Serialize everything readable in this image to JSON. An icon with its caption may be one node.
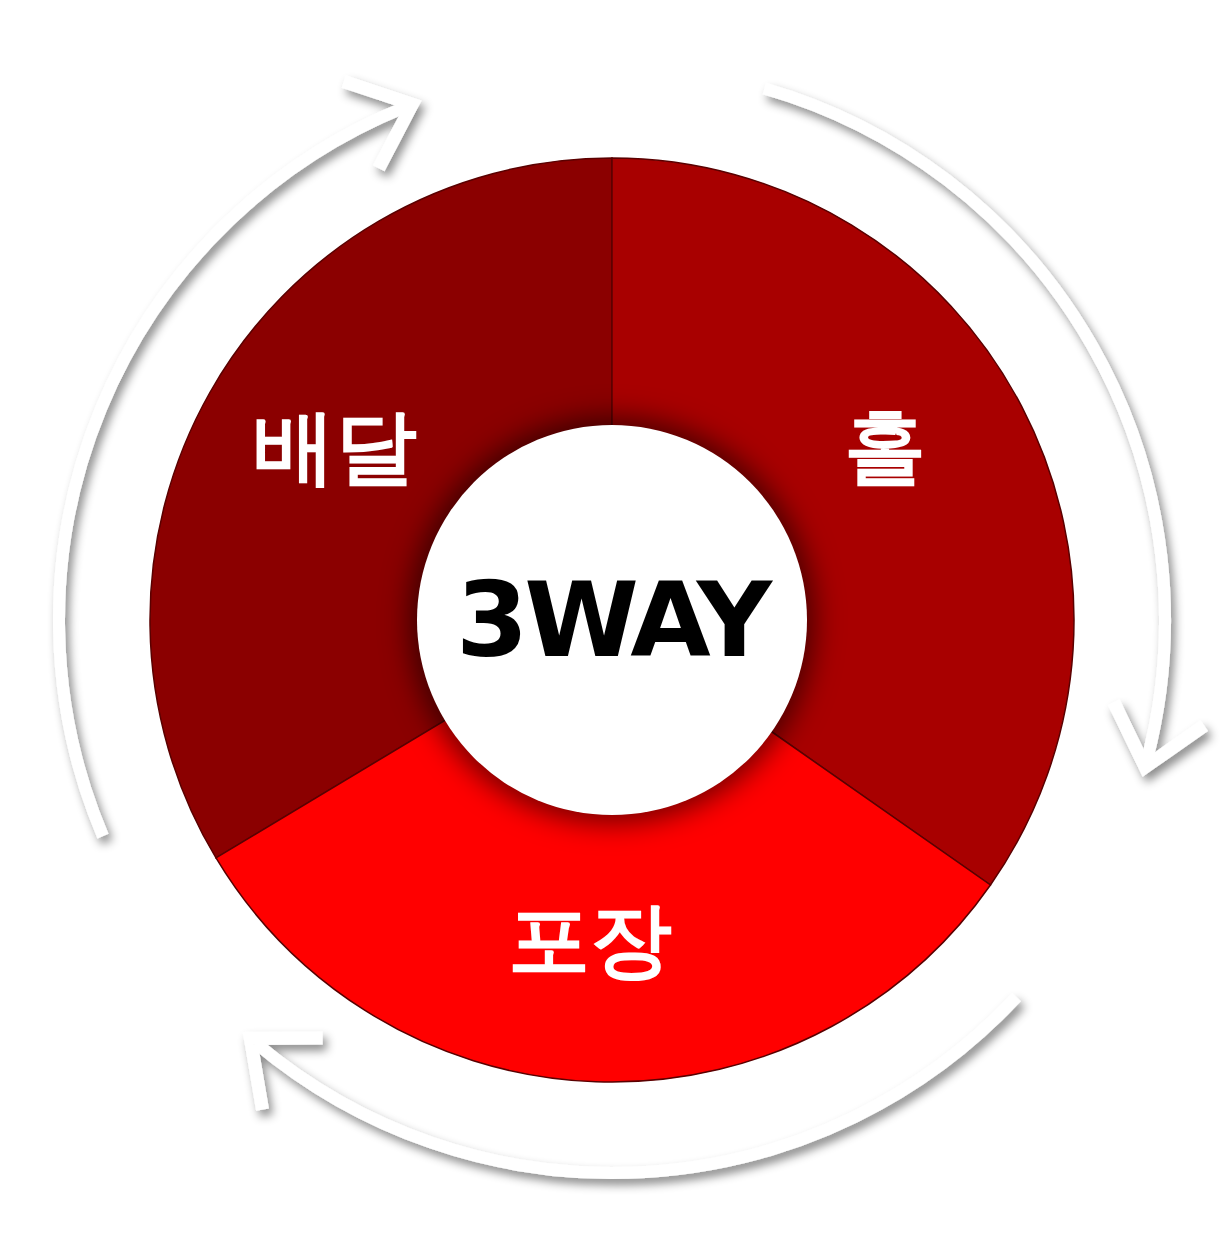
{
  "diagram": {
    "nodes": [
      {
        "text": [
          "배달"
        ]
      },
      {
        "text": [
          "홀"
        ]
      },
      {
        "text": [
          "3WAY"
        ]
      },
      {
        "text": [
          "포장"
        ]
      }
    ]
  }
}
